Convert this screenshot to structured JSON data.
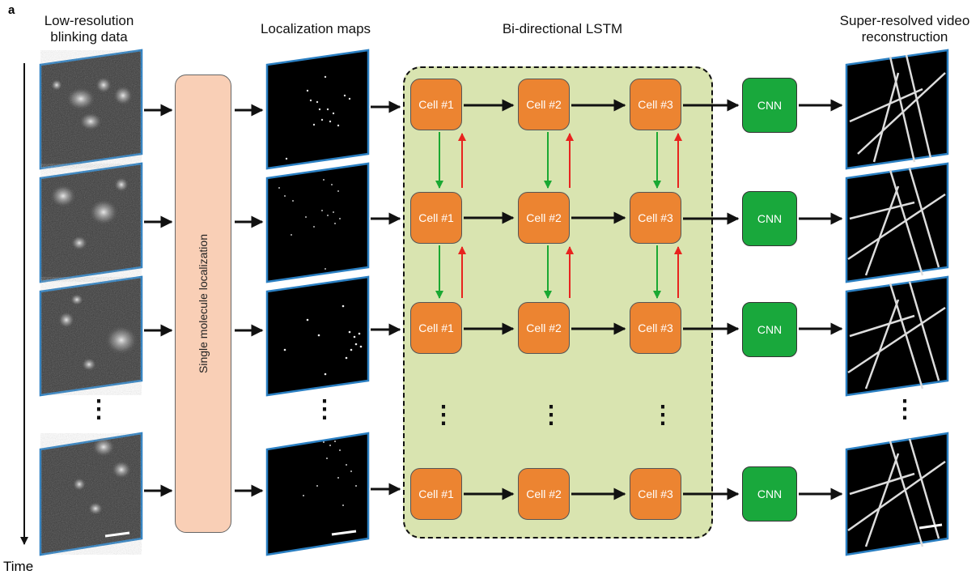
{
  "panel_letter": "a",
  "headers": {
    "low_res": "Low-resolution blinking data",
    "loc_maps": "Localization maps",
    "lstm": "Bi-directional LSTM",
    "super_res": "Super-resolved video reconstruction"
  },
  "slm_label": "Single molecule localization",
  "cnn_label": "CNN",
  "cell_labels": [
    "Cell #1",
    "Cell #2",
    "Cell #3"
  ],
  "time_label": "Time",
  "colors": {
    "slm_fill": "#f9cfb6",
    "lstm_bg": "#d9e4b0",
    "cell_fill": "#ec8431",
    "cnn_fill": "#19a83c",
    "forward_arrow": "#1aa832",
    "backward_arrow": "#e8231e",
    "image_border": "#2a7fc2"
  },
  "ellipsis": "⋮"
}
